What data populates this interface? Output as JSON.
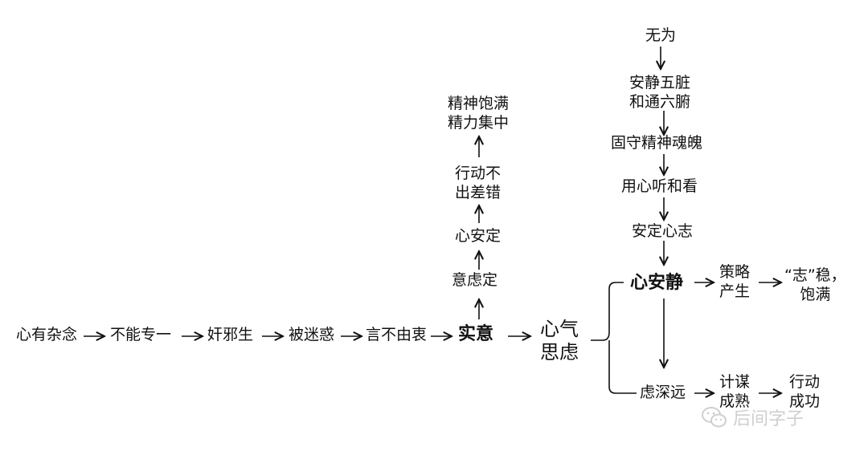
{
  "diagram": {
    "main_chain": [
      "心有杂念",
      "不能专一",
      "奸邪生",
      "被迷惑",
      "言不由衷"
    ],
    "key_node": "实意",
    "upper_chain": [
      "意虑定",
      "心安定",
      "行动不\n出差错",
      "精神饱满\n精力集中"
    ],
    "center_node": "心气\n思虑",
    "right_top_chain": [
      "无为",
      "安静五脏\n和通六腑",
      "固守精神魂魄",
      "用心听和看",
      "安定心志"
    ],
    "xin_an_jing": "心安静",
    "upper_branch": [
      "策略\n产生",
      "“志”稳，\n饱满"
    ],
    "lower_branch": [
      "虑深远",
      "计谋\n成熟",
      "行动\n成功"
    ]
  },
  "watermark": {
    "icon": "wechat-icon",
    "text": "后间字子"
  }
}
